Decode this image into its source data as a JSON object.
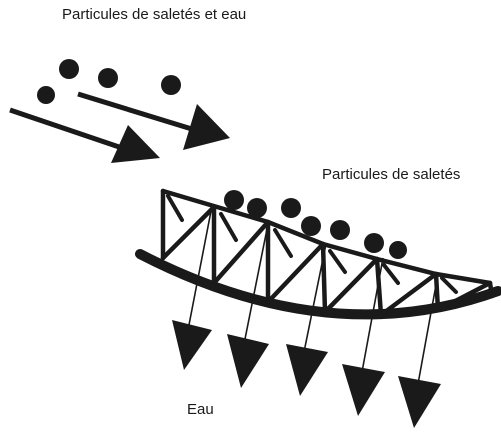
{
  "labels": {
    "inflow": "Particules de saletés et eau",
    "retained": "Particules de saletés",
    "outflow": "Eau"
  },
  "colors": {
    "ink": "#1a1a1a",
    "background": "#ffffff"
  }
}
